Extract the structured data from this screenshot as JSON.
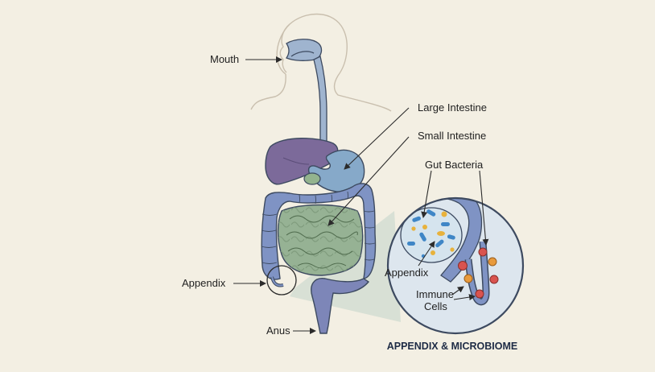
{
  "labels": {
    "mouth": "Mouth",
    "large_intestine": "Large Intestine",
    "small_intestine": "Small Intestine",
    "gut_bacteria": "Gut Bacteria",
    "appendix_left": "Appendix",
    "appendix_inset": "Appendix",
    "immune_line1": "Immune",
    "immune_line2": "Cells",
    "anus": "Anus"
  },
  "caption": "APPENDIX & MICROBIOME",
  "colors": {
    "background": "#f3efe3",
    "outline": "#3d4a60",
    "esophagus": "#9fb4cf",
    "liver": "#7c6a9a",
    "stomach": "#86a9c9",
    "large_intestine": "#7f93c4",
    "small_intestine": "#96b294",
    "rectum": "#7d86b8",
    "bacteria_blue": "#3f86c6",
    "bacteria_yellow": "#e8b23c",
    "immune_red": "#d9534f",
    "immune_orange": "#e89a3c",
    "inset_fill": "#dde6ee",
    "caption_text": "#1e2b45"
  }
}
